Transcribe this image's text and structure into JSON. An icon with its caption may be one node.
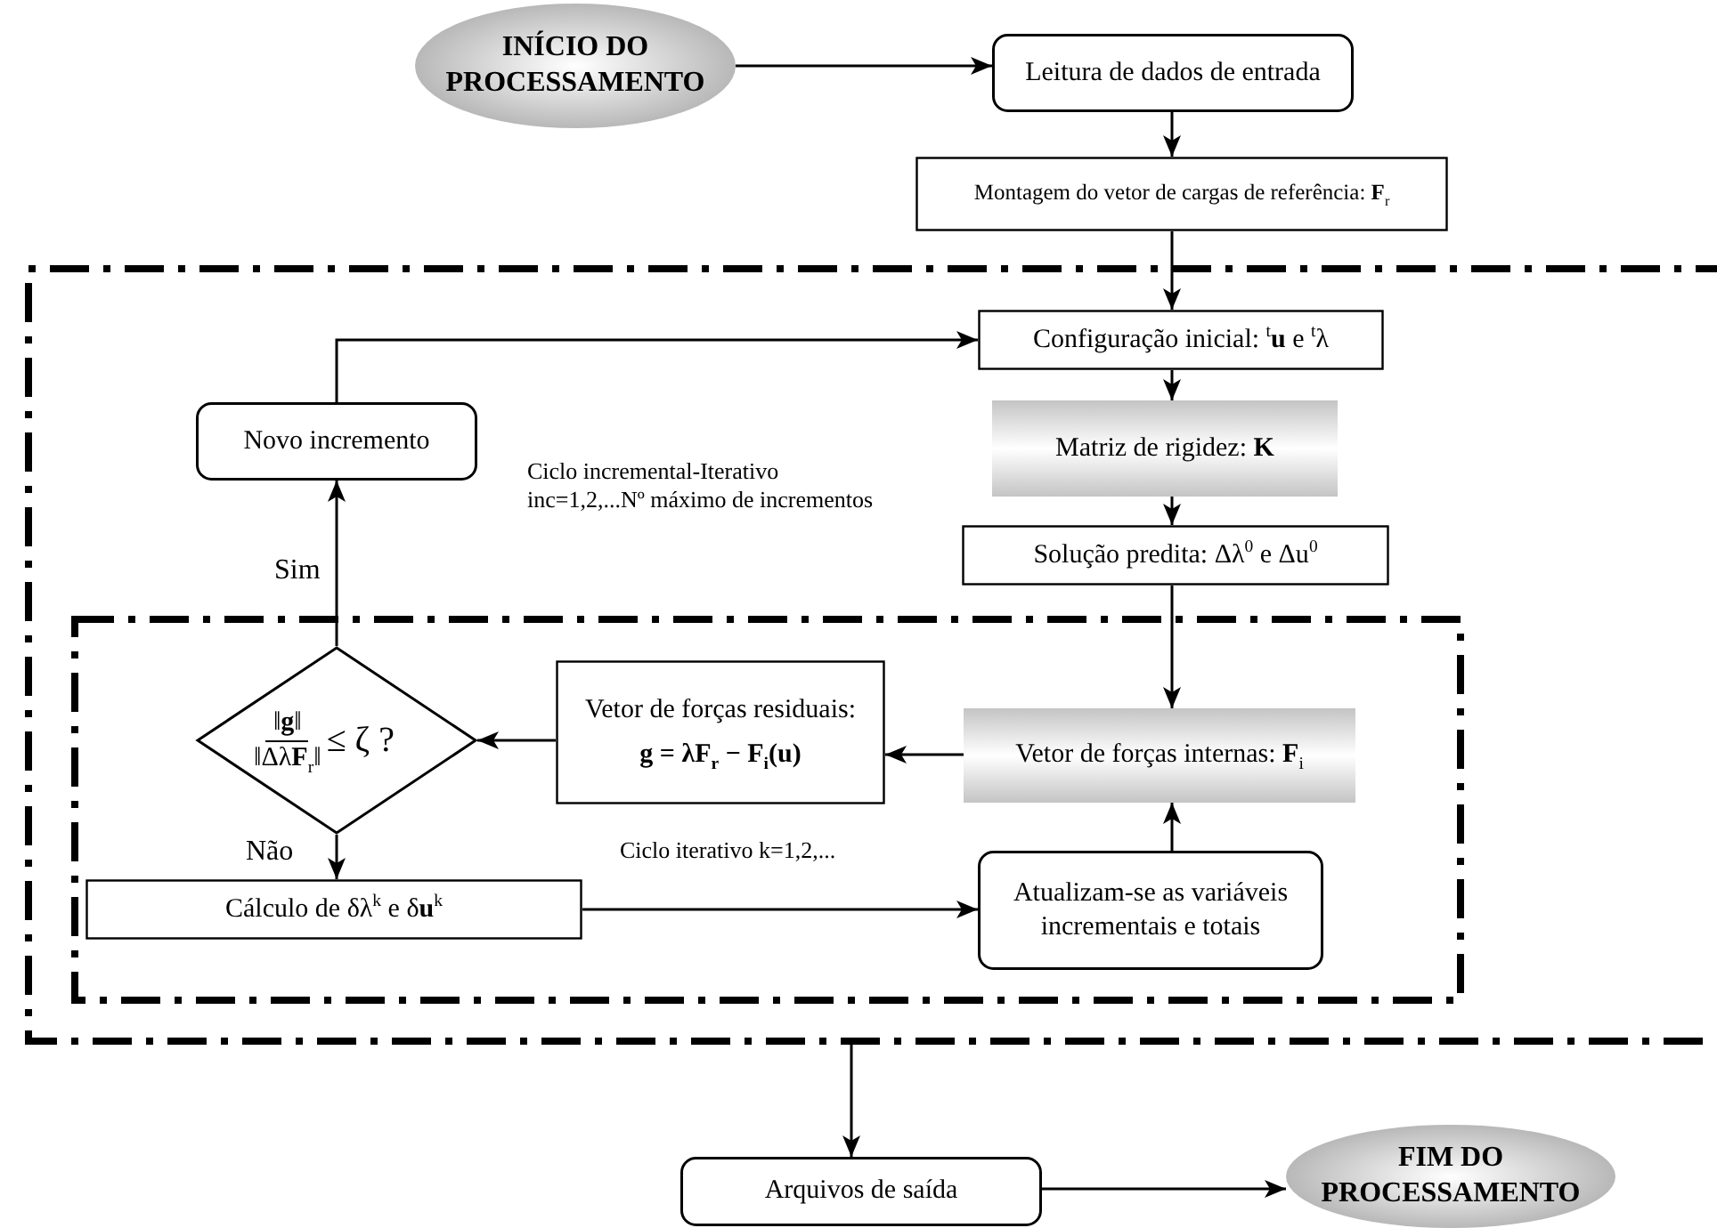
{
  "diagram": {
    "nodes": [
      {
        "text": [
          "INÍCIO DO PROCESSAMENTO"
        ]
      },
      {
        "text": [
          "Leitura de dados de entrada"
        ]
      },
      {
        "text": [
          "Montagem do vetor de cargas de referência: **F**$_{r}$"
        ]
      },
      {
        "text": [
          "Ciclo incremental-Iterativo",
          "inc=1,2,...Nº máximo de incrementos"
        ]
      },
      {
        "text": [
          "Configuração inicial: $^{t}$**u** e $^{t}$λ"
        ],
        "in": 3
      },
      {
        "text": [
          "Novo incremento"
        ],
        "in": 3
      },
      {
        "text": [
          "Matriz de rigidez: **K**"
        ],
        "in": 3
      },
      {
        "text": [
          "Solução predita: Δλ$^{0}$ e Δu$^{0}$"
        ],
        "in": 3
      },
      {
        "text": [
          "Ciclo iterativo k=1,2,..."
        ],
        "in": 3
      },
      {
        "text": [
          "Vetor de forças internas: **F**$_{i}$"
        ],
        "in": 8
      },
      {
        "text": [
          "Vetor de forças residuais:",
          "g = λF$_{r}$ − F$_{i}$(u)"
        ],
        "in": 8
      },
      {
        "text": [
          "‖**g**‖",
          "‖Δλ**F**$_{r}$‖",
          "≤ ζ ?"
        ],
        "in": 8
      },
      {
        "text": [
          "Cálculo de δλ$^{k}$ e δ**u**$^{k}$"
        ],
        "in": 8
      },
      {
        "text": [
          "Atualizam-se as variáveis incrementais e totais"
        ],
        "in": 8
      },
      {
        "text": [
          "Arquivos de saída"
        ]
      },
      {
        "text": [
          "FIM DO PROCESSAMENTO"
        ]
      }
    ],
    "edges": [
      {
        "from": 0,
        "to": 1,
        "arrow": "to"
      },
      {
        "from": 1,
        "to": 2,
        "arrow": "to"
      },
      {
        "from": 2,
        "to": 4,
        "arrow": "to"
      },
      {
        "from": 4,
        "to": 6,
        "arrow": "to"
      },
      {
        "from": 6,
        "to": 7,
        "arrow": "to"
      },
      {
        "from": 7,
        "to": 9,
        "arrow": "to"
      },
      {
        "from": 9,
        "to": 10,
        "arrow": "to"
      },
      {
        "from": 10,
        "to": 11,
        "arrow": "to"
      },
      {
        "from": 11,
        "to": 12,
        "arrow": "to",
        "label": "Não"
      },
      {
        "from": 11,
        "to": 5,
        "arrow": "to",
        "label": "Sim"
      },
      {
        "from": 5,
        "to": 4,
        "arrow": "to"
      },
      {
        "from": 12,
        "to": 13,
        "arrow": "to"
      },
      {
        "from": 13,
        "to": 9,
        "arrow": "to"
      },
      {
        "from": 3,
        "to": 14,
        "arrow": "to"
      },
      {
        "from": 14,
        "to": 15,
        "arrow": "to"
      }
    ]
  }
}
